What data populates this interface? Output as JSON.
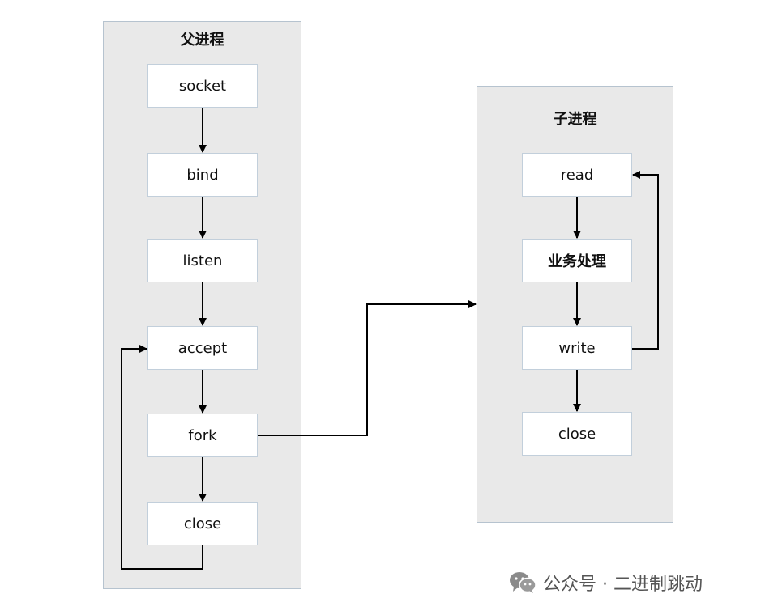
{
  "lanes": {
    "parent": {
      "title": "父进程",
      "nodes": [
        "socket",
        "bind",
        "listen",
        "accept",
        "fork",
        "close"
      ]
    },
    "child": {
      "title": "子进程",
      "nodes": [
        "read",
        "业务处理",
        "write",
        "close"
      ]
    }
  },
  "watermark": {
    "icon": "wechat-icon",
    "text": "公众号 · 二进制跳动"
  }
}
